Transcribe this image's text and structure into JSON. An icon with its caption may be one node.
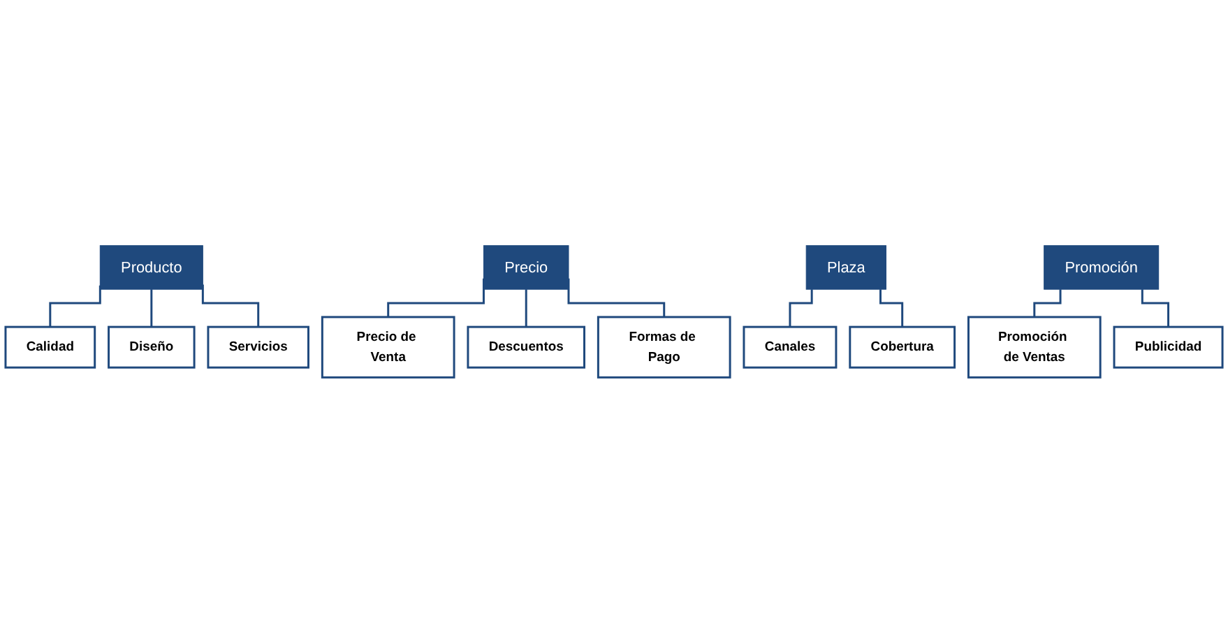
{
  "diagram": {
    "nodes": [
      {
        "text": [
          "Producto"
        ]
      },
      {
        "text": [
          "Calidad"
        ]
      },
      {
        "text": [
          "Diseño"
        ]
      },
      {
        "text": [
          "Servicios"
        ]
      },
      {
        "text": [
          "Precio"
        ]
      },
      {
        "text": [
          "Precio de Venta"
        ]
      },
      {
        "text": [
          "Descuentos"
        ]
      },
      {
        "text": [
          "Formas de Pago"
        ]
      },
      {
        "text": [
          "Plaza"
        ]
      },
      {
        "text": [
          "Canales"
        ]
      },
      {
        "text": [
          "Cobertura"
        ]
      },
      {
        "text": [
          "Promoción"
        ]
      },
      {
        "text": [
          "Promoción de Ventas"
        ]
      },
      {
        "text": [
          "Publicidad"
        ]
      }
    ],
    "edges": [
      {
        "from": 0,
        "to": 1,
        "arrow": "none"
      },
      {
        "from": 0,
        "to": 2,
        "arrow": "none"
      },
      {
        "from": 0,
        "to": 3,
        "arrow": "none"
      },
      {
        "from": 4,
        "to": 5,
        "arrow": "none"
      },
      {
        "from": 4,
        "to": 6,
        "arrow": "none"
      },
      {
        "from": 4,
        "to": 7,
        "arrow": "none"
      },
      {
        "from": 8,
        "to": 9,
        "arrow": "none"
      },
      {
        "from": 8,
        "to": 10,
        "arrow": "none"
      },
      {
        "from": 11,
        "to": 12,
        "arrow": "none"
      },
      {
        "from": 11,
        "to": 13,
        "arrow": "none"
      }
    ]
  }
}
